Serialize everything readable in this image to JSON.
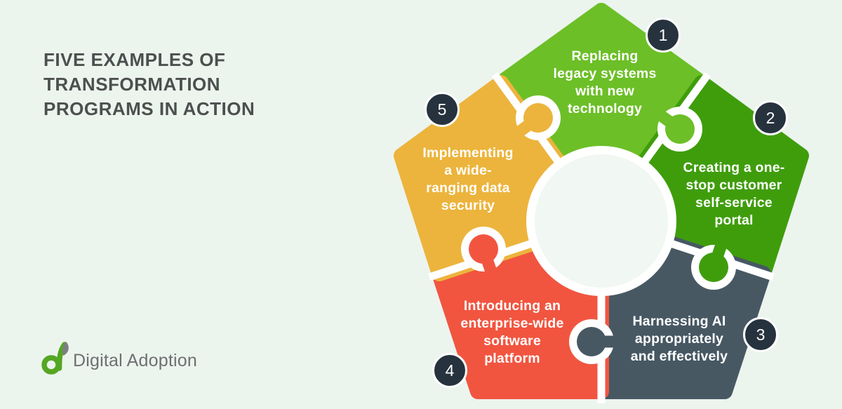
{
  "background_color": "#ecf4ee",
  "title": {
    "lines": [
      "FIVE EXAMPLES OF",
      "TRANSFORMATION",
      "PROGRAMS IN ACTION"
    ],
    "color": "#4b504f"
  },
  "logo": {
    "text": "Digital Adoption",
    "text_color": "#6e7071",
    "icon_green": "#55a623",
    "icon_gray": "#7c7f80"
  },
  "diagram": {
    "type": "pentagon-puzzle",
    "label_color": "#ffffff",
    "gap_color": "#ffffff",
    "center_circle_color": "#f1f7f2",
    "badge": {
      "bg": "#26323d",
      "text_color": "#ffffff"
    },
    "pieces": [
      {
        "number": "1",
        "color": "#6cbf27",
        "label": "Replacing legacy systems with new technology",
        "lines": [
          "Replacing",
          "legacy systems",
          "with new",
          "technology"
        ]
      },
      {
        "number": "2",
        "color": "#3f9d0c",
        "label": "Creating a one-stop customer self-service portal",
        "lines": [
          "Creating a one-",
          "stop customer",
          "self-service",
          "portal"
        ]
      },
      {
        "number": "3",
        "color": "#475863",
        "label": "Harnessing AI appropriately and effectively",
        "lines": [
          "Harnessing AI",
          "appropriately",
          "and effectively"
        ]
      },
      {
        "number": "4",
        "color": "#f15540",
        "label": "Introducing an enterprise-wide software platform",
        "lines": [
          "Introducing an",
          "enterprise-wide",
          "software",
          "platform"
        ]
      },
      {
        "number": "5",
        "color": "#ecb43c",
        "label": "Implementing a wide-ranging data security",
        "lines": [
          "Implementing",
          "a wide-",
          "ranging data",
          "security"
        ]
      }
    ]
  }
}
